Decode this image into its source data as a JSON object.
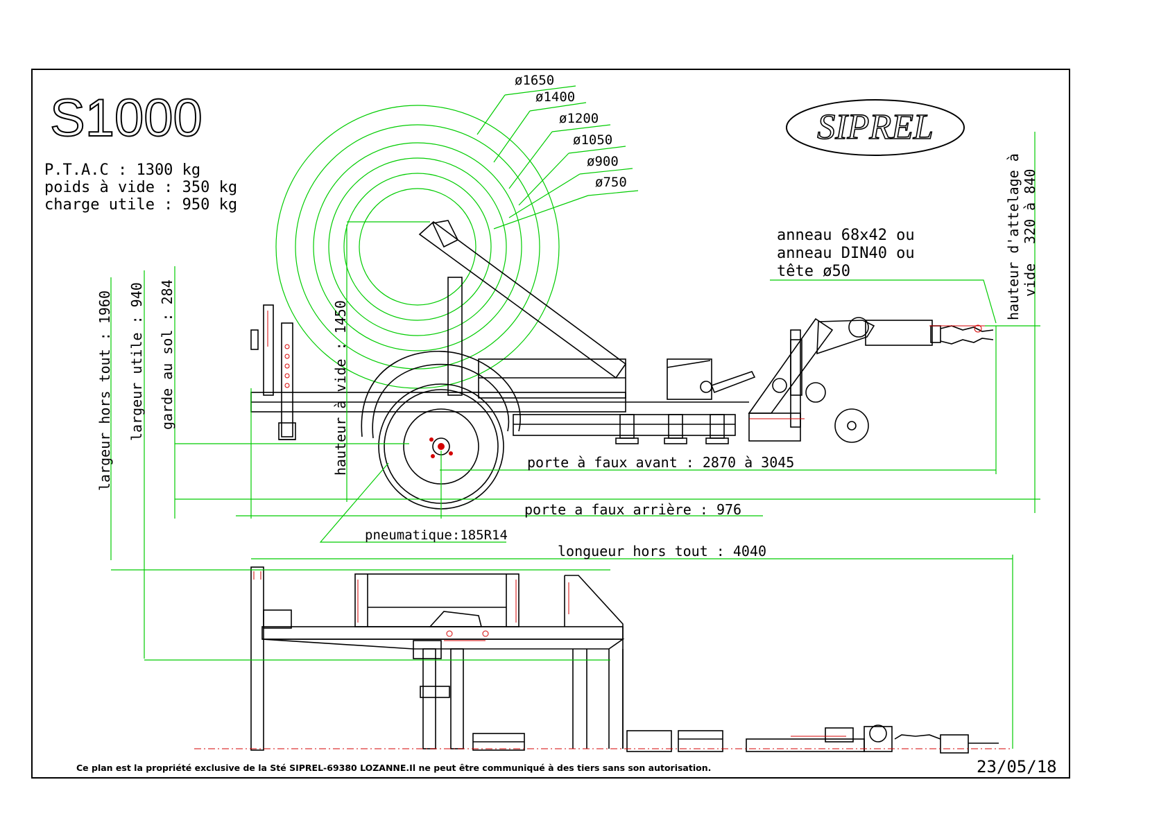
{
  "title_block": {
    "model": "S1000",
    "brand": "SIPREL",
    "date": "23/05/18",
    "footer": "Ce plan est la propriété exclusive de la Sté SIPREL-69380 LOZANNE.Il ne peut être communiqué à des tiers sans son autorisation."
  },
  "specs": {
    "ptac": "P.T.A.C : 1300 kg",
    "poids": "poids à vide : 350 kg",
    "charge": "charge utile : 950 kg"
  },
  "reel_diameters": [
    "ø1650",
    "ø1400",
    "ø1200",
    "ø1050",
    "ø900",
    "ø750"
  ],
  "hitch": {
    "line1": "anneau 68x42 ou",
    "line2": "anneau DIN40 ou",
    "line3": "tête ø50"
  },
  "dimensions": {
    "hauteur_attelage": "hauteur d'attelage à",
    "hauteur_attelage_val": "320 à 840",
    "hauteur_attelage_vide": "vide",
    "largeur_hors_tout": "largeur hors tout : 1960",
    "largeur_utile": "largeur utile : 940",
    "garde_sol": "garde au sol : 284",
    "hauteur_vide": "hauteur à vide : 1450",
    "porte_faux_avant": "porte à faux avant : 2870 à 3045",
    "porte_faux_arriere": "porte a faux arrière : 976",
    "pneumatique": "pneumatique:185R14",
    "longueur": "longueur hors tout : 4040"
  }
}
